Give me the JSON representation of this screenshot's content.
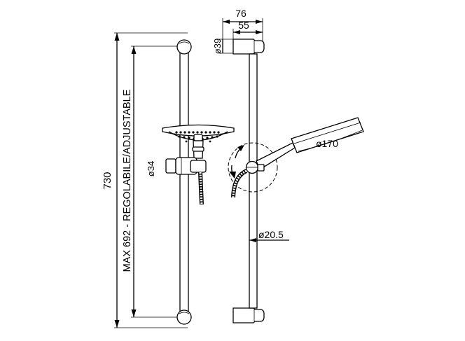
{
  "drawing": {
    "type": "technical drawing",
    "dimensions": {
      "total_height": "730",
      "adjustable_span": "MAX 692 - REGOLABILE/ADJUSTABLE",
      "slider_diameter": "ø34",
      "bracket_projection": "76",
      "bracket_offset": "55",
      "bracket_diameter": "ø39",
      "head_diameter": "ø170",
      "bar_diameter": "ø20.5"
    }
  }
}
